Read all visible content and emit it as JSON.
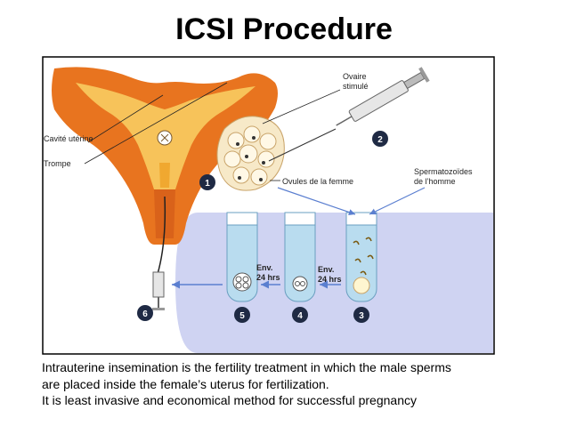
{
  "slide": {
    "title": "ICSI Procedure"
  },
  "figure": {
    "labels": {
      "ovary": [
        "Ovaire",
        "stimulé"
      ],
      "uterine_cavity": "Cavité utérine",
      "tube": "Trompe",
      "oocytes": "Ovules de la femme",
      "sperm": [
        "Spermatozoïdes",
        "de l’homme"
      ],
      "env_left": [
        "Env.",
        "24 hrs"
      ],
      "env_right": [
        "Env.",
        "24 hrs"
      ]
    },
    "steps": [
      "1",
      "2",
      "3",
      "4",
      "5",
      "6"
    ],
    "colors": {
      "uterus": "#e8741f",
      "uterus_inner": "#f7c35a",
      "band": "#cfd3f2",
      "tube_fill": "#b9dcef",
      "step_circle": "#1f2a44",
      "arrow": "#5b7fd0"
    }
  },
  "caption": {
    "lines": [
      "Intrauterine insemination is the fertility treatment in which the male sperms",
      "are placed inside the female’s uterus for fertilization.",
      "It is least invasive and economical method for successful pregnancy"
    ]
  }
}
